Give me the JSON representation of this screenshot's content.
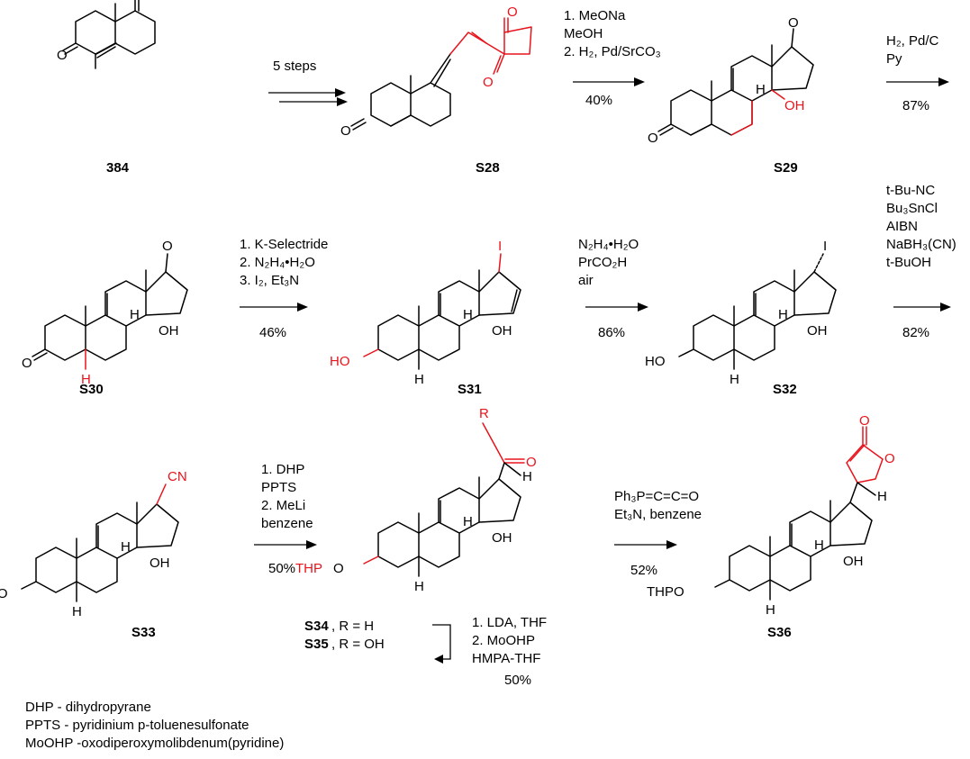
{
  "compounds": [
    {
      "id": "384",
      "label": "384"
    },
    {
      "id": "S28",
      "label": "S28"
    },
    {
      "id": "S29",
      "label": "S29"
    },
    {
      "id": "S30",
      "label": "S30"
    },
    {
      "id": "S31",
      "label": "S31"
    },
    {
      "id": "S32",
      "label": "S32"
    },
    {
      "id": "S33",
      "label": "S33"
    },
    {
      "id": "S34",
      "label": "S34",
      "note": ", R = H"
    },
    {
      "id": "S35",
      "label": "S35",
      "note": ", R = OH"
    },
    {
      "id": "S36",
      "label": "S36"
    }
  ],
  "atoms": {
    "O": "O",
    "OH": "OH",
    "H": "H",
    "I": "I",
    "HO": "HO",
    "CN": "CN",
    "THPO": "THPO",
    "THP": "THP",
    "R": "R"
  },
  "steps": [
    {
      "id": "step1",
      "lines": [
        "5 steps"
      ],
      "yield": ""
    },
    {
      "id": "step2",
      "lines": [
        "1. MeONa",
        "MeOH",
        "2. H₂, Pd/SrCO₃"
      ],
      "yield": "40%"
    },
    {
      "id": "step3",
      "lines": [
        "H₂, Pd/C",
        "Py"
      ],
      "yield": "87%"
    },
    {
      "id": "step4",
      "lines": [
        "1. K-Selectride",
        "2. N₂H₄•H₂O",
        "3. I₂, Et₃N"
      ],
      "yield": "46%"
    },
    {
      "id": "step5",
      "lines": [
        "N₂H₄•H₂O",
        "PrCO₂H",
        "air"
      ],
      "yield": "86%"
    },
    {
      "id": "step6",
      "lines": [
        "t-Bu-NC",
        "Bu₃SnCl",
        "AIBN",
        "NaBH₃(CN)",
        "t-BuOH"
      ],
      "yield": "82%"
    },
    {
      "id": "step7",
      "lines": [
        "1. DHP",
        "PPTS",
        "2. MeLi",
        "benzene"
      ],
      "yield": "50%"
    },
    {
      "id": "step8",
      "lines": [
        "Ph₃P=C=C=O",
        "Et₃N, benzene"
      ],
      "yield": "52%"
    },
    {
      "id": "step9",
      "lines": [
        "1. LDA, THF",
        "2. MoOHP",
        "HMPA-THF"
      ],
      "yield": "50%"
    }
  ],
  "footnotes": [
    "DHP - dihydropyrane",
    "PPTS - pyridinium p-toluenesulfonate",
    "MoOHP -oxodiperoxymolibdenum(pyridine)"
  ],
  "colors": {
    "highlight": "#e8141c",
    "ink": "#000000"
  }
}
